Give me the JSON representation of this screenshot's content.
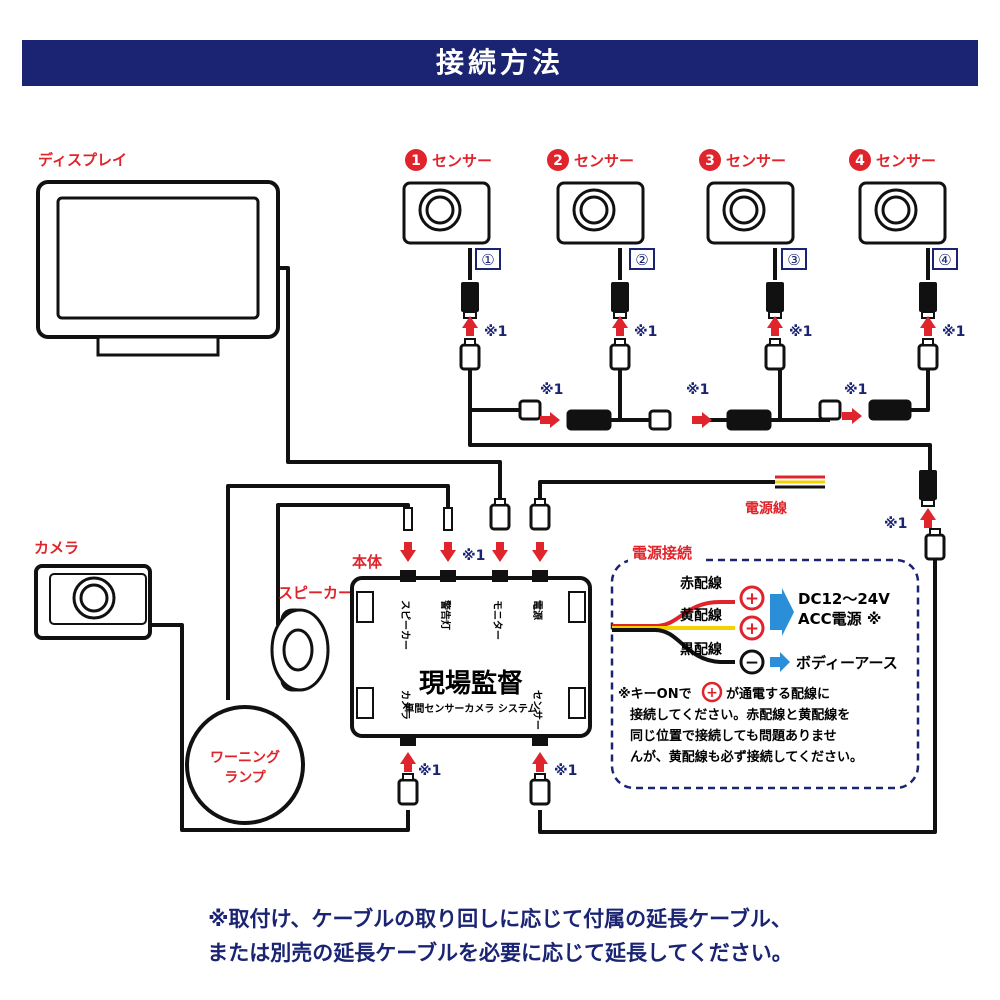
{
  "title": "接続方法",
  "display": {
    "label": "ディスプレイ"
  },
  "camera": {
    "label": "カメラ"
  },
  "speaker": {
    "label": "スピーカー"
  },
  "warning_lamp": {
    "label_line1": "ワーニング",
    "label_line2": "ランプ"
  },
  "unit": {
    "label": "本体",
    "brand": "現場監督",
    "subtitle": "車間センサーカメラ システム",
    "ports_top": [
      "スピーカー",
      "警告灯",
      "モニター",
      "電源"
    ],
    "ports_bottom": [
      "カメラ",
      "センサー"
    ]
  },
  "sensors": [
    {
      "num": "1",
      "name": "センサー",
      "tag": "①"
    },
    {
      "num": "2",
      "name": "センサー",
      "tag": "②"
    },
    {
      "num": "3",
      "name": "センサー",
      "tag": "③"
    },
    {
      "num": "4",
      "name": "センサー",
      "tag": "④"
    }
  ],
  "note_mark": "※1",
  "power_wire_label": "電源線",
  "power_box": {
    "title": "電源接続",
    "red": "赤配線",
    "yellow": "黄配線",
    "black": "黒配線",
    "plus": "+",
    "minus": "−",
    "dc_line1": "DC12〜24V",
    "dc_line2": "ACC電源 ※",
    "ground": "ボディーアース",
    "note_prefix": "※キーONで",
    "note_suffix": "が通電する配線に",
    "note_line2": "接続してください。赤配線と黄配線を",
    "note_line3": "同じ位置で接続しても問題ありませ",
    "note_line4": "んが、黄配線も必ず接続してください。"
  },
  "footnote_line1": "※取付け、ケーブルの取り回しに応じて付属の延長ケーブル、",
  "footnote_line2": "または別売の延長ケーブルを必要に応じて延長してください。",
  "colors": {
    "navy": "#1a2472",
    "red": "#e0242b",
    "yellow": "#f2d200",
    "blue": "#2a8fd8"
  }
}
